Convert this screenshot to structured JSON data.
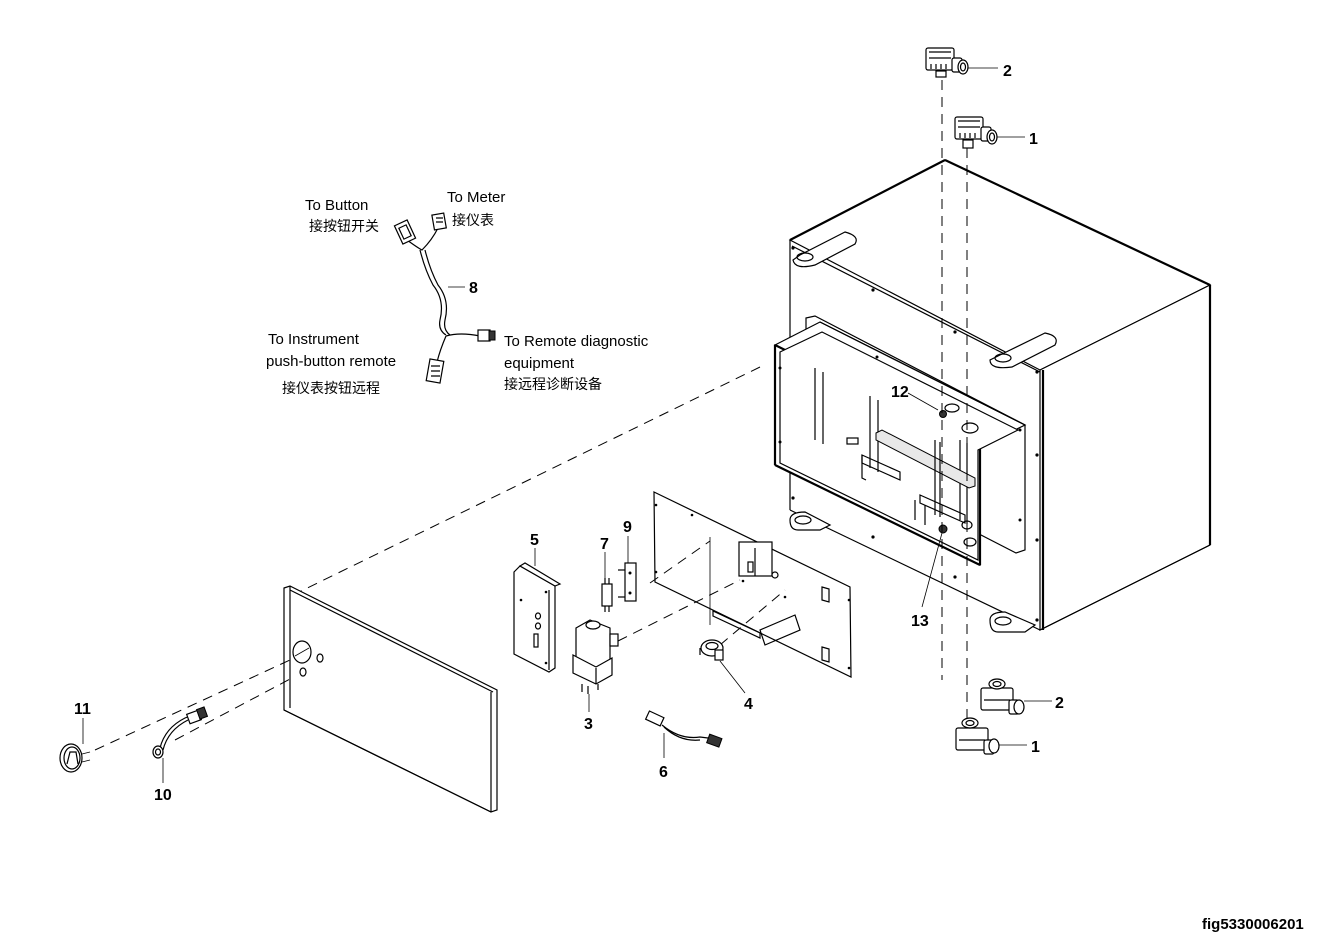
{
  "figure_id": "fig5330006201",
  "callouts": [
    {
      "id": "1",
      "part": "connector-upper-right",
      "label": "1"
    },
    {
      "id": "2",
      "part": "connector-upper-left",
      "label": "2"
    },
    {
      "id": "3",
      "part": "relay",
      "label": "3"
    },
    {
      "id": "4",
      "part": "sensor-ring",
      "label": "4"
    },
    {
      "id": "5",
      "part": "control-module",
      "label": "5"
    },
    {
      "id": "6",
      "part": "jumper-harness",
      "label": "6"
    },
    {
      "id": "7",
      "part": "fuse",
      "label": "7"
    },
    {
      "id": "8",
      "part": "wire-harness",
      "label": "8"
    },
    {
      "id": "9",
      "part": "fuse-holder",
      "label": "9"
    },
    {
      "id": "10",
      "part": "indicator-lamp-harness",
      "label": "10"
    },
    {
      "id": "11",
      "part": "gauge-meter",
      "label": "11"
    },
    {
      "id": "12",
      "part": "grommet-top",
      "label": "12"
    },
    {
      "id": "13",
      "part": "grommet-bottom",
      "label": "13"
    }
  ],
  "harness_notes": {
    "to_button": {
      "en": "To Button",
      "cn": "接按钮开关"
    },
    "to_meter": {
      "en": "To Meter",
      "cn": "接仪表"
    },
    "to_instrument": {
      "en_line1": "To Instrument",
      "en_line2": "push-button remote",
      "cn": "接仪表按钮远程"
    },
    "to_remote": {
      "en_line1": "To Remote diagnostic",
      "en_line2": "equipment",
      "cn": "接远程诊断设备"
    }
  }
}
